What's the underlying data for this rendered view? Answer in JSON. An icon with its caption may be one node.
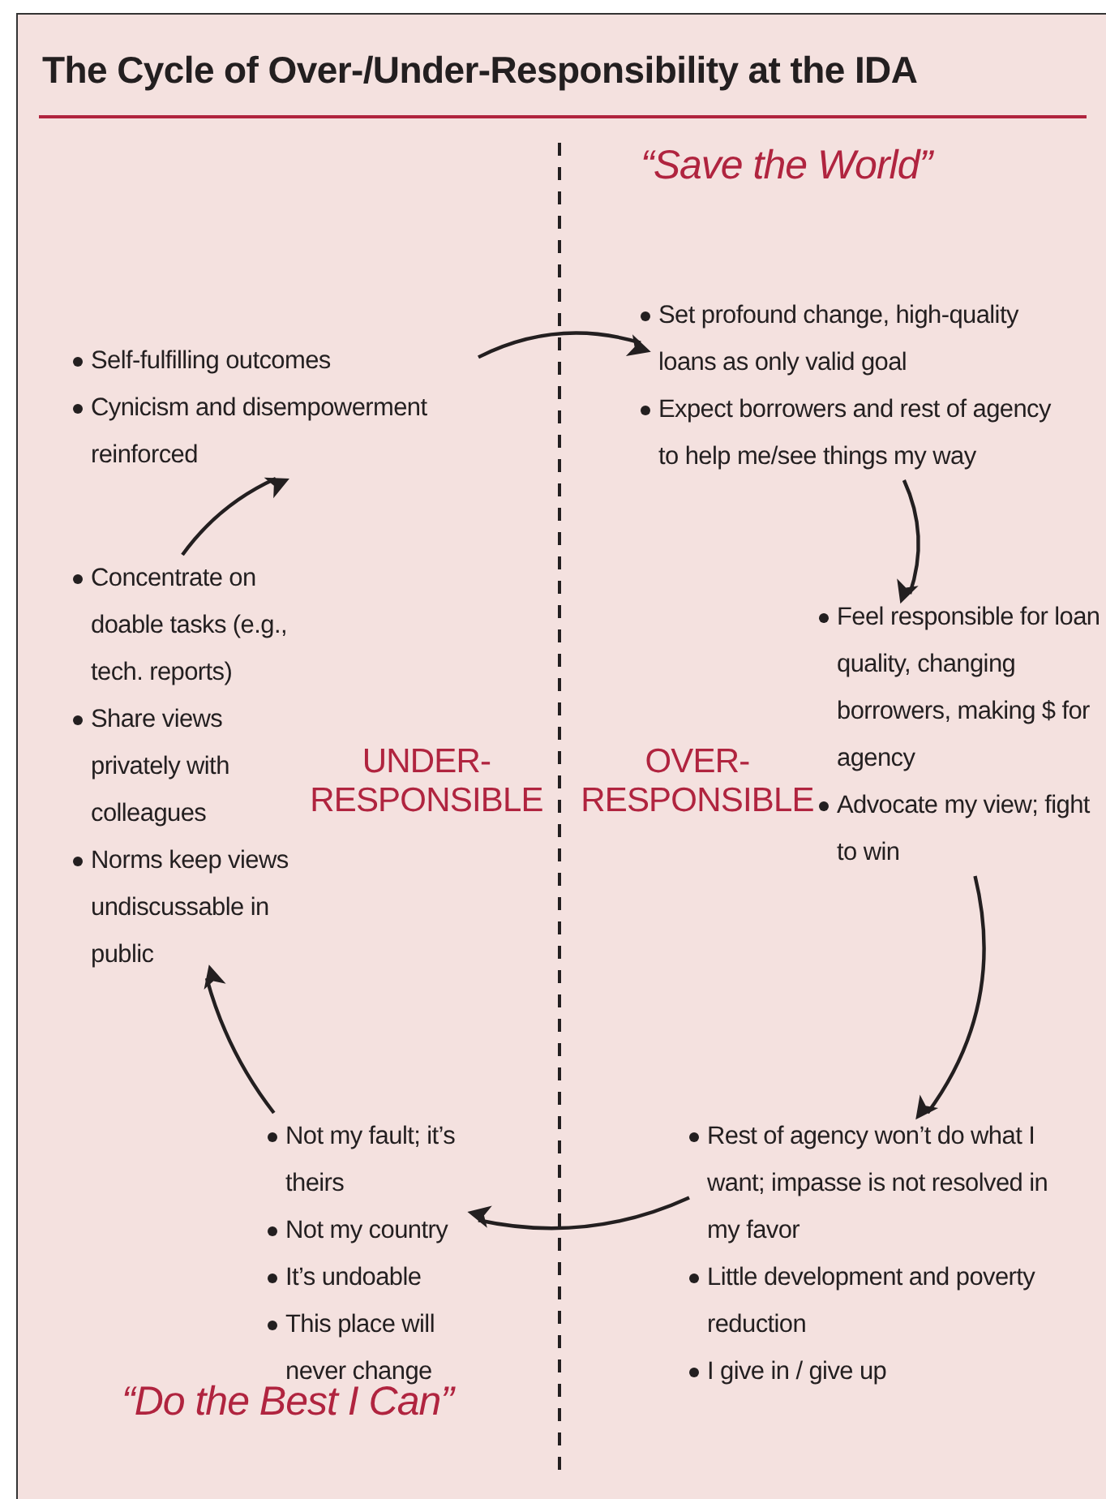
{
  "diagram": {
    "title": "The Cycle of Over-/Under-Responsibility at the IDA",
    "nodes": [
      {
        "text": [
          "Set profound change, high-quality loans as only valid goal",
          "Expect borrowers and rest of agency to help me/see things my way"
        ]
      },
      {
        "text": [
          "Feel responsible for loan quality, changing borrowers, making $ for agency",
          "Advocate my view; fight to win"
        ]
      },
      {
        "text": [
          "Rest of agency won’t do what I want; impasse is not resolved in my favor",
          "Little development and poverty reduction",
          "I give in / give up"
        ]
      },
      {
        "text": [
          "Not my fault; it’s theirs",
          "Not my country",
          "It’s undoable",
          "This place will never change"
        ]
      },
      {
        "text": [
          "Concentrate on doable tasks (e.g., tech. reports)",
          "Share views privately with colleagues",
          "Norms keep views undiscussable in public"
        ]
      },
      {
        "text": [
          "Self-fulfilling outcomes",
          "Cynicism and disempowerment reinforced"
        ]
      }
    ],
    "edges": [
      {
        "from": 5,
        "to": 0,
        "arrow": "to"
      },
      {
        "from": 0,
        "to": 1,
        "arrow": "to"
      },
      {
        "from": 1,
        "to": 2,
        "arrow": "to"
      },
      {
        "from": 2,
        "to": 3,
        "arrow": "to"
      },
      {
        "from": 3,
        "to": 4,
        "arrow": "to"
      },
      {
        "from": 4,
        "to": 5,
        "arrow": "to"
      }
    ],
    "labels": [
      "“Save the World”",
      "UNDER- RESPONSIBLE",
      "OVER- RESPONSIBLE",
      "“Do the Best I Can”"
    ]
  }
}
